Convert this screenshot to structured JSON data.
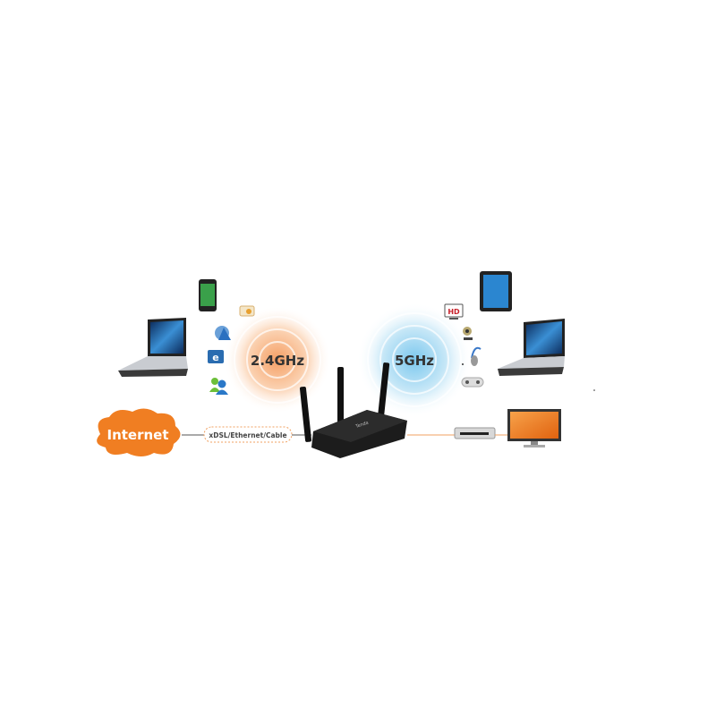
{
  "bands": {
    "band_24": {
      "label": "2.4GHz",
      "color": "#f08a3c"
    },
    "band_5": {
      "label": "5GHz",
      "color": "#4fb3e0"
    }
  },
  "internet": {
    "label": "Internet",
    "color": "#f07e22"
  },
  "connection": {
    "label": "xDSL/Ethernet/Cable"
  },
  "router": {
    "brand": "Tenda"
  },
  "left_devices": [
    "laptop-icon",
    "smartphone-icon",
    "email-icon",
    "browser-icon",
    "ie-icon",
    "messenger-icon"
  ],
  "right_devices": [
    "tablet-icon",
    "laptop-icon",
    "hd-video-icon",
    "webcam-icon",
    "headphones-icon",
    "gamepad-icon"
  ],
  "wired_devices": [
    "set-top-box-icon",
    "tv-monitor-icon"
  ],
  "hd_badge": "HD"
}
